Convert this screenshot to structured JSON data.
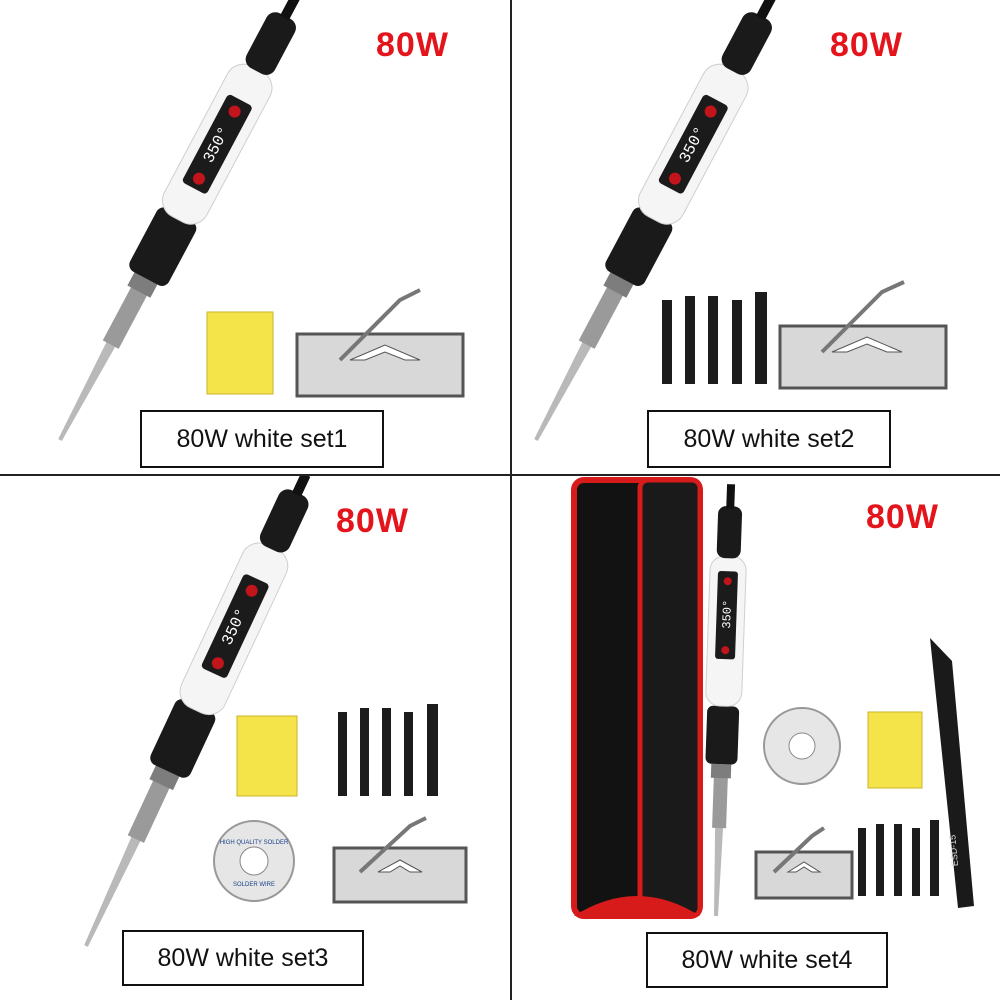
{
  "panels": [
    {
      "watt": "80W",
      "label": "80W white set1",
      "display": "350°"
    },
    {
      "watt": "80W",
      "label": "80W white set2",
      "display": "350°"
    },
    {
      "watt": "80W",
      "label": "80W white set3",
      "display": "350°"
    },
    {
      "watt": "80W",
      "label": "80W white set4",
      "display": "350°"
    }
  ],
  "solder_wire": {
    "brand": "HIGH QUALITY SOLDER",
    "sub": "SOLDER WIRE"
  },
  "tweezers": {
    "model": "ESD-15"
  },
  "colors": {
    "accent": "#e3141b",
    "sponge": "#f4e44a",
    "handle": "#1a1a1a",
    "body": "#f5f5f5"
  }
}
